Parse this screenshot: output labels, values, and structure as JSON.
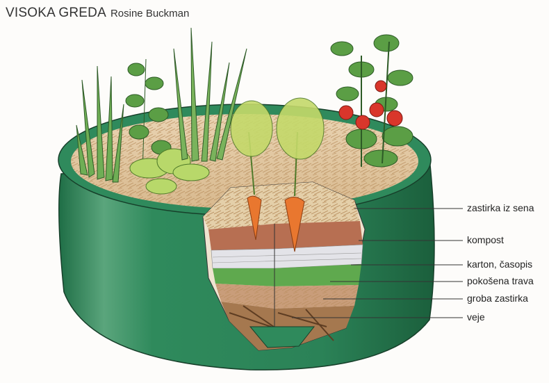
{
  "title": "VISOKA GREDA",
  "author": "Rosine Buckman",
  "labels": [
    "zastirka iz sena",
    "kompost",
    "karton, časopis",
    "pokošena trava",
    "groba zastirka",
    "veje"
  ],
  "colors": {
    "container": "#2e8a5c",
    "container_dark": "#1d6a42",
    "carrot": "#e9772f",
    "tomato": "#d9362b",
    "foliage": "#5b9e45"
  }
}
